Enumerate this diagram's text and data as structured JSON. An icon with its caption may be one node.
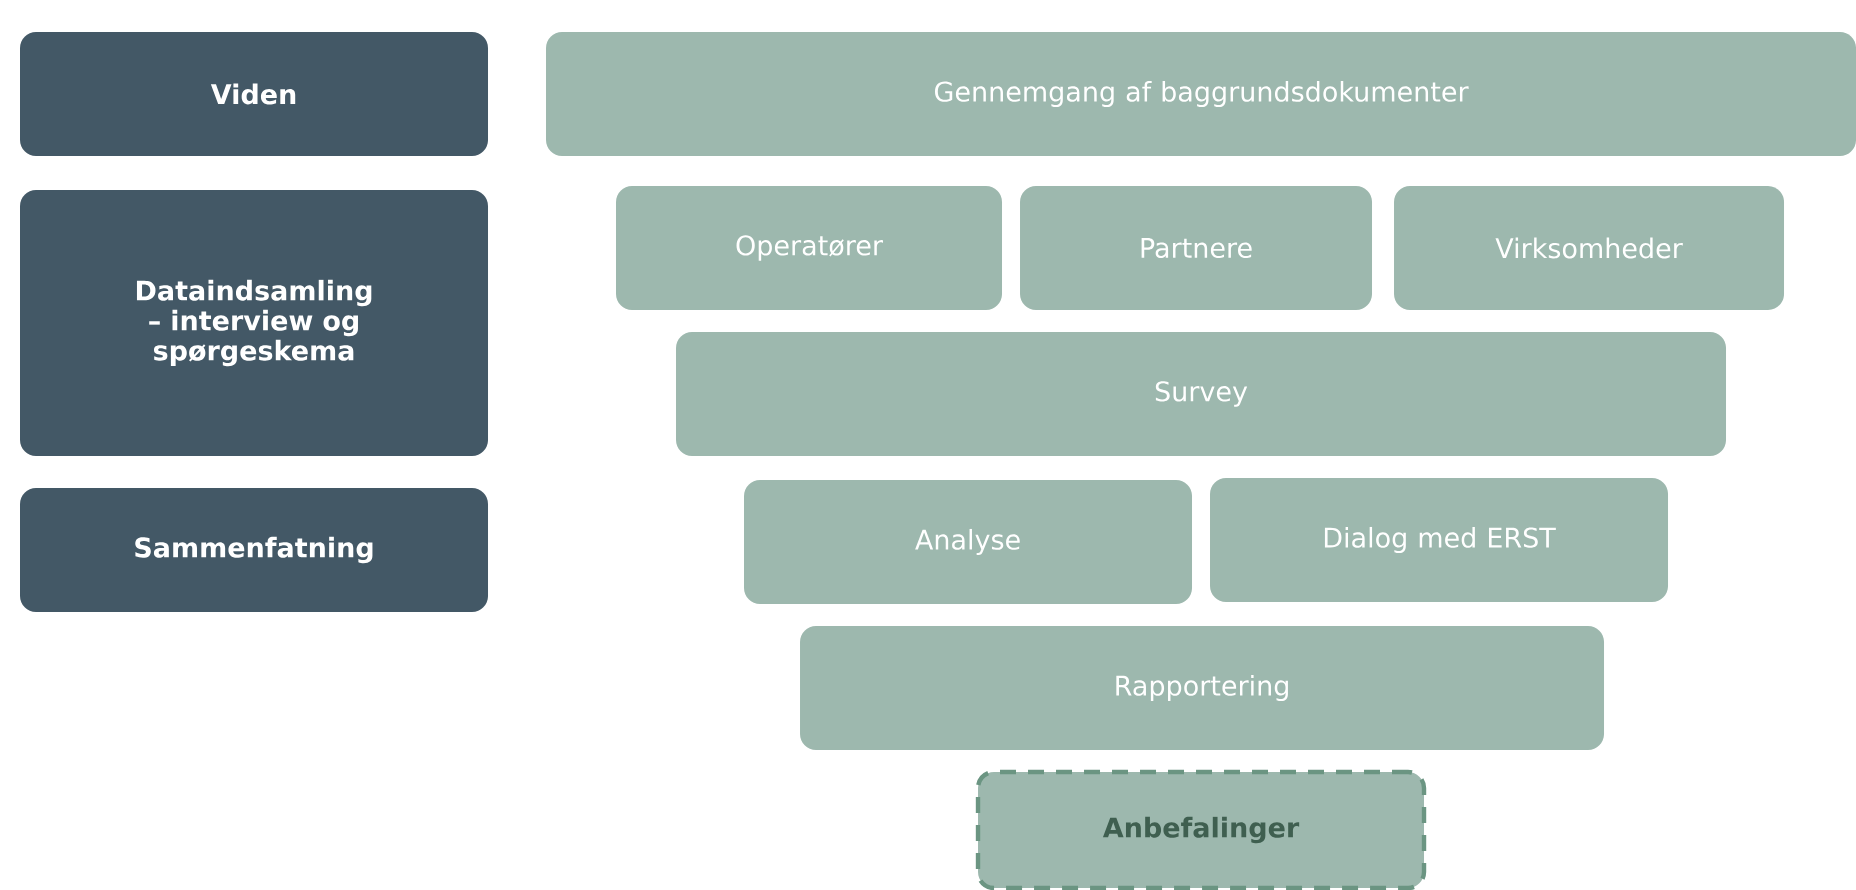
{
  "diagram": {
    "nodes": [
      {
        "text": [
          "Viden"
        ]
      },
      {
        "text": [
          "Dataindsamling – interview og spørgeskema"
        ]
      },
      {
        "text": [
          "Sammenfatning"
        ]
      },
      {
        "text": [
          "Gennemgang af baggrundsdokumenter"
        ]
      },
      {
        "text": [
          "Operatører"
        ]
      },
      {
        "text": [
          "Partnere"
        ]
      },
      {
        "text": [
          "Virksomheder"
        ]
      },
      {
        "text": [
          "Survey"
        ]
      },
      {
        "text": [
          "Analyse"
        ]
      },
      {
        "text": [
          "Dialog med ERST"
        ]
      },
      {
        "text": [
          "Rapportering"
        ]
      },
      {
        "text": [
          "Anbefalinger"
        ]
      }
    ]
  }
}
